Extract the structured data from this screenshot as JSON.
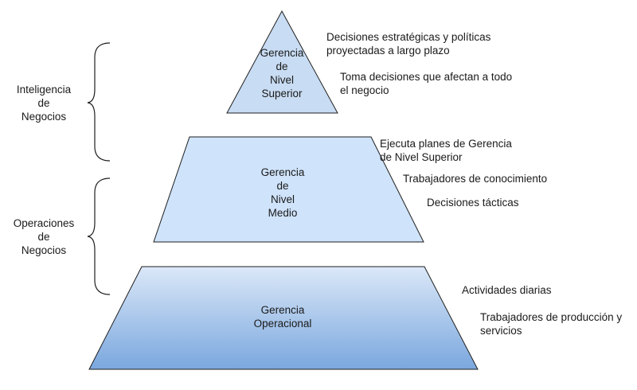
{
  "tiers": {
    "top": {
      "label_lines": [
        "Gerencia",
        "de",
        "Nivel",
        "Superior"
      ]
    },
    "middle": {
      "label_lines": [
        "Gerencia",
        "de",
        "Nivel",
        "Medio"
      ]
    },
    "bottom": {
      "label_lines": [
        "Gerencia",
        "Operacional"
      ]
    }
  },
  "groups": {
    "inteligencia": {
      "lines": [
        "Inteligencia",
        "de",
        "Negocios"
      ]
    },
    "operaciones": {
      "lines": [
        "Operaciones",
        "de",
        "Negocios"
      ]
    }
  },
  "notes": {
    "top_1": [
      "Decisiones estratégicas y políticas",
      "proyectadas a largo plazo"
    ],
    "top_2": [
      "Toma decisiones que afectan a todo",
      "el negocio"
    ],
    "middle_1": [
      "Ejecuta planes de Gerencia",
      "de Nivel Superior"
    ],
    "middle_2": [
      "Trabajadores de conocimiento"
    ],
    "middle_3": [
      "Decisiones tácticas"
    ],
    "bottom_1": [
      "Actividades diarias"
    ],
    "bottom_2": [
      "Trabajadores de producción y",
      "servicios"
    ]
  },
  "colors": {
    "stroke": "#1f1f1f",
    "top_fill": "#c8dcf3",
    "middle_fill": "#cfe3fb",
    "bottom_gradient_start": "#dbe8f8",
    "bottom_gradient_end": "#7aa7de"
  }
}
